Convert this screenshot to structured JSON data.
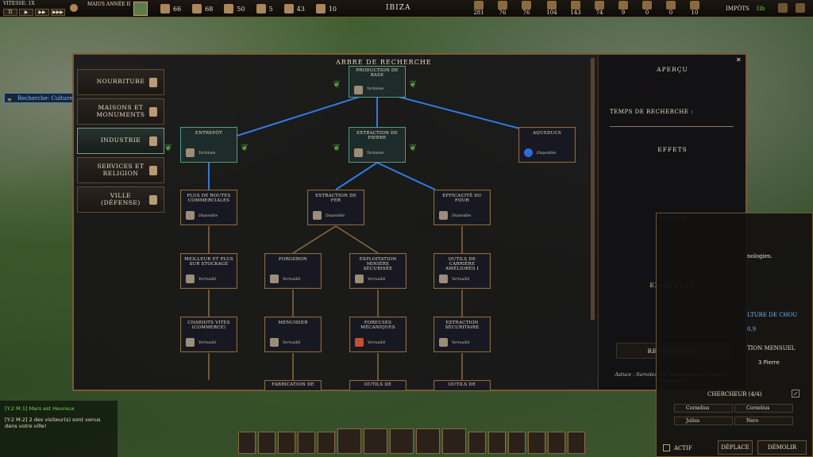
{
  "topbar": {
    "speed_label": "VITESSE: 1X",
    "date": "MAIUS ANNÉE II",
    "city": "IBIZA",
    "taxes_label": "IMPÔTS",
    "taxes_value": "1lb",
    "stats": [
      {
        "icon": "food-icon",
        "value": "66"
      },
      {
        "icon": "people-icon",
        "value": "68"
      },
      {
        "icon": "house-icon",
        "value": "50"
      },
      {
        "icon": "worker-icon",
        "value": "5"
      },
      {
        "icon": "bread-icon",
        "value": "43"
      },
      {
        "icon": "lantern-icon",
        "value": "10"
      }
    ],
    "resources": [
      "281",
      "76",
      "76",
      "104",
      "143",
      "74",
      "9",
      "0",
      "0",
      "10"
    ]
  },
  "tree": {
    "title": "ARBRE DE RECHERCHE",
    "categories": [
      {
        "label": "NOURRITURE"
      },
      {
        "label": "MAISONS ET MONUMENTS"
      },
      {
        "label": "INDUSTRIE"
      },
      {
        "label": "SERVICES ET RELIGION"
      },
      {
        "label": "VILLE (DÉFENSE)"
      }
    ],
    "nodes": [
      {
        "title": "PRODUCTION DE BASE",
        "status": "Terminée"
      },
      {
        "title": "ENTREPÔT",
        "status": "Terminée"
      },
      {
        "title": "EXTRACTION DE PIERRE",
        "status": "Terminée"
      },
      {
        "title": "AQUEDUCS",
        "status": "Disponible"
      },
      {
        "title": "PLUS DE ROUTES COMMERCIALES",
        "status": "Disponible"
      },
      {
        "title": "EXTRACTION DE FER",
        "status": "Disponible"
      },
      {
        "title": "EFFICACITÉ DU FOUR",
        "status": "Disponible"
      },
      {
        "title": "MEILLEUR ET PLUS SUR STOCKAGE",
        "status": "Verrouillé"
      },
      {
        "title": "FORGERON",
        "status": "Verrouillé"
      },
      {
        "title": "EXPLOITATION MINIÈRE SÉCURISÉE",
        "status": "Verrouillé"
      },
      {
        "title": "OUTILS DE CARRIÈRE AMÉLIORÉS I",
        "status": "Verrouillé"
      },
      {
        "title": "CHARIOTS VITES (COMMERCE)",
        "status": "Verrouillé"
      },
      {
        "title": "MENUISIER",
        "status": "Verrouillé"
      },
      {
        "title": "FOREUSES MÉCANIQUES",
        "status": "Verrouillé"
      },
      {
        "title": "EXTRACTION SÉCURITAIRE",
        "status": "Verrouillé"
      },
      {
        "title": "FABRICATION DE",
        "status": ""
      },
      {
        "title": "OUTILS DE",
        "status": ""
      },
      {
        "title": "OUTILS DE",
        "status": ""
      }
    ]
  },
  "side": {
    "preview": "APERÇU",
    "research_time": "TEMPS DE RECHERCHE :",
    "effects": "EFFETS",
    "costs": "COÛTS",
    "requirements": "EXIGENCES",
    "research_btn": "RECHERCHER",
    "hint": "Astuce : Survolez une technologie pour voir ses informations."
  },
  "right_panel": {
    "tech_text": "nologies.",
    "culture": "LTURE DE CHOU",
    "val": "0,9",
    "monthly": "TION MENSUEL",
    "stone": "3 Pierre",
    "researchers_title": "CHERCHEUR (4/4)",
    "researchers": [
      "Cornelius",
      "Cornelius",
      "Julius",
      "Nero"
    ],
    "active": "ACTIF",
    "move": "DÉPLACE",
    "demolish": "DÉMOLIR"
  },
  "left_popup": "Recherche: Culture",
  "chat": [
    {
      "text": "[Y:2 M:1] Mars est Heureux",
      "color": "#6fdc4a"
    },
    {
      "text": "[Y:2 M:2] 2 des visiteur(s) sont venus dans votre ville!",
      "color": "#e0e0e0"
    }
  ]
}
